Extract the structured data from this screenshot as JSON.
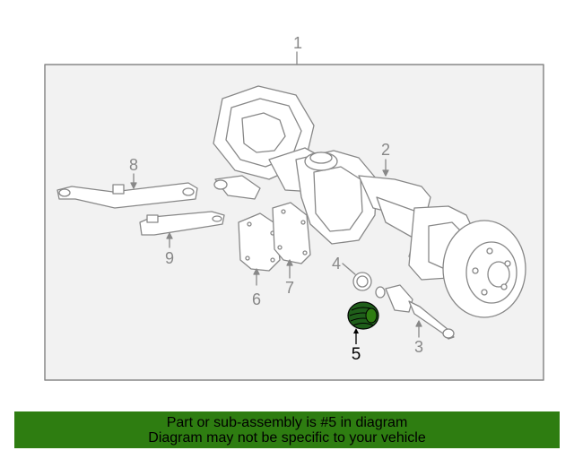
{
  "diagram": {
    "callouts": [
      {
        "id": "1",
        "label": "1",
        "active": false
      },
      {
        "id": "2",
        "label": "2",
        "active": false
      },
      {
        "id": "3",
        "label": "3",
        "active": false
      },
      {
        "id": "4",
        "label": "4",
        "active": false
      },
      {
        "id": "5",
        "label": "5",
        "active": true
      },
      {
        "id": "6",
        "label": "6",
        "active": false
      },
      {
        "id": "7",
        "label": "7",
        "active": false
      },
      {
        "id": "8",
        "label": "8",
        "active": false
      },
      {
        "id": "9",
        "label": "9",
        "active": false
      }
    ],
    "highlight_color": "#1f5e1a",
    "line_color": "#888888",
    "panel_fill": "#f2f2f2"
  },
  "banner": {
    "line1": "Part or sub-assembly is #5 in diagram",
    "line2": "Diagram may not be specific to your vehicle",
    "background": "#2e7d11"
  }
}
